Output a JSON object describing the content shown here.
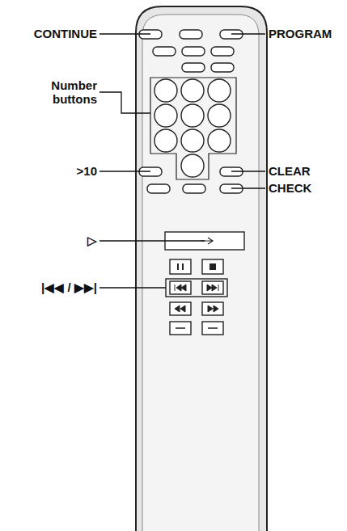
{
  "diagram": {
    "labels": [
      "CONTINUE",
      "PROGRAM",
      "Number buttons",
      ">10",
      "CLEAR",
      "CHECK",
      "▷",
      "|◀◀ / ▶▶|"
    ]
  }
}
